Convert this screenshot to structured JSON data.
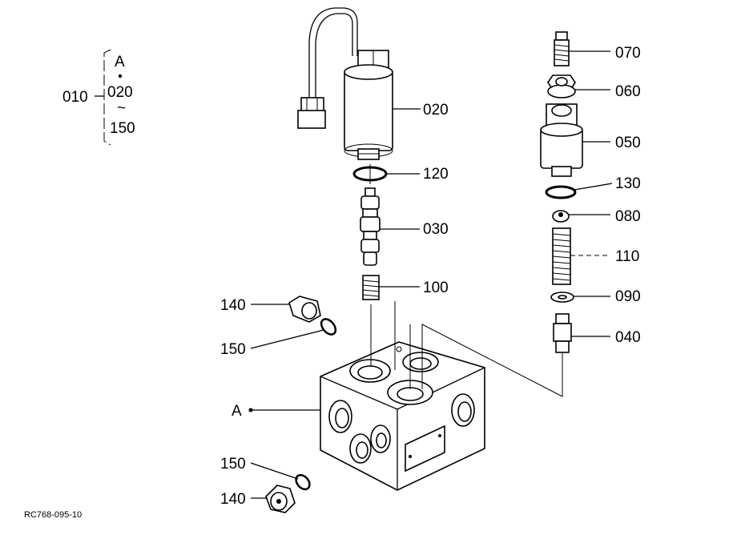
{
  "group_bracket": {
    "top": "A",
    "middle": "020",
    "tilde": "~",
    "bottom": "150",
    "group_label": "010"
  },
  "labels": {
    "p020": "020",
    "p120": "120",
    "p030": "030",
    "p100": "100",
    "p070": "070",
    "p060": "060",
    "p050": "050",
    "p130": "130",
    "p080": "080",
    "p110": "110",
    "p090": "090",
    "p040": "040",
    "p140_top": "140",
    "p150_top": "150",
    "p150_bottom": "150",
    "p140_bottom": "140",
    "pA": "A"
  },
  "figure_ref": "RC768-095-10"
}
